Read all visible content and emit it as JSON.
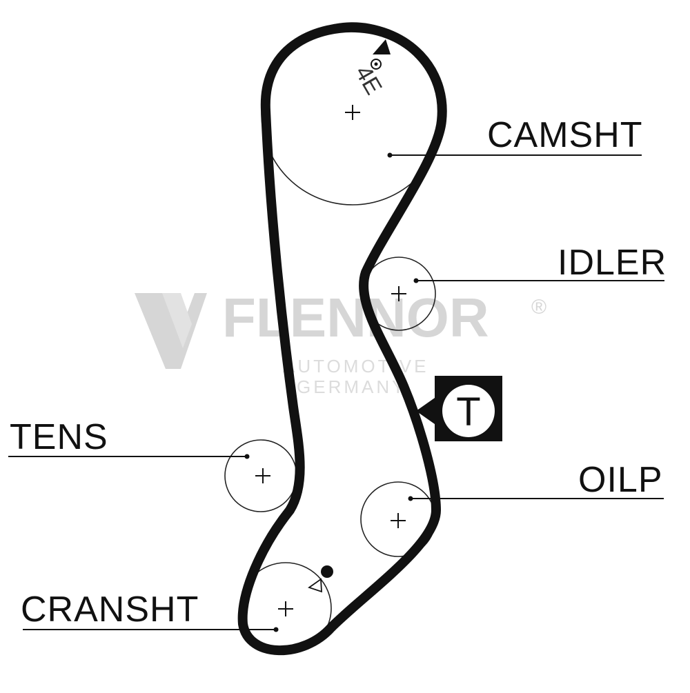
{
  "labels": {
    "camshaft": "CAMSHT",
    "idler": "IDLER",
    "tensioner": "TENS",
    "oil_pump": "OILP",
    "crankshaft": "CRANSHT"
  },
  "camshaft_marks": {
    "text": "4E"
  },
  "tensioner_symbol": {
    "text": "T"
  },
  "watermark": {
    "brand": "FLENNOR",
    "registered": "®",
    "line1": "AUTOMOTIVE",
    "line2": "GERMANY"
  },
  "colors": {
    "ink": "#111111",
    "watermark": "#d4d4d4",
    "background": "#ffffff"
  }
}
